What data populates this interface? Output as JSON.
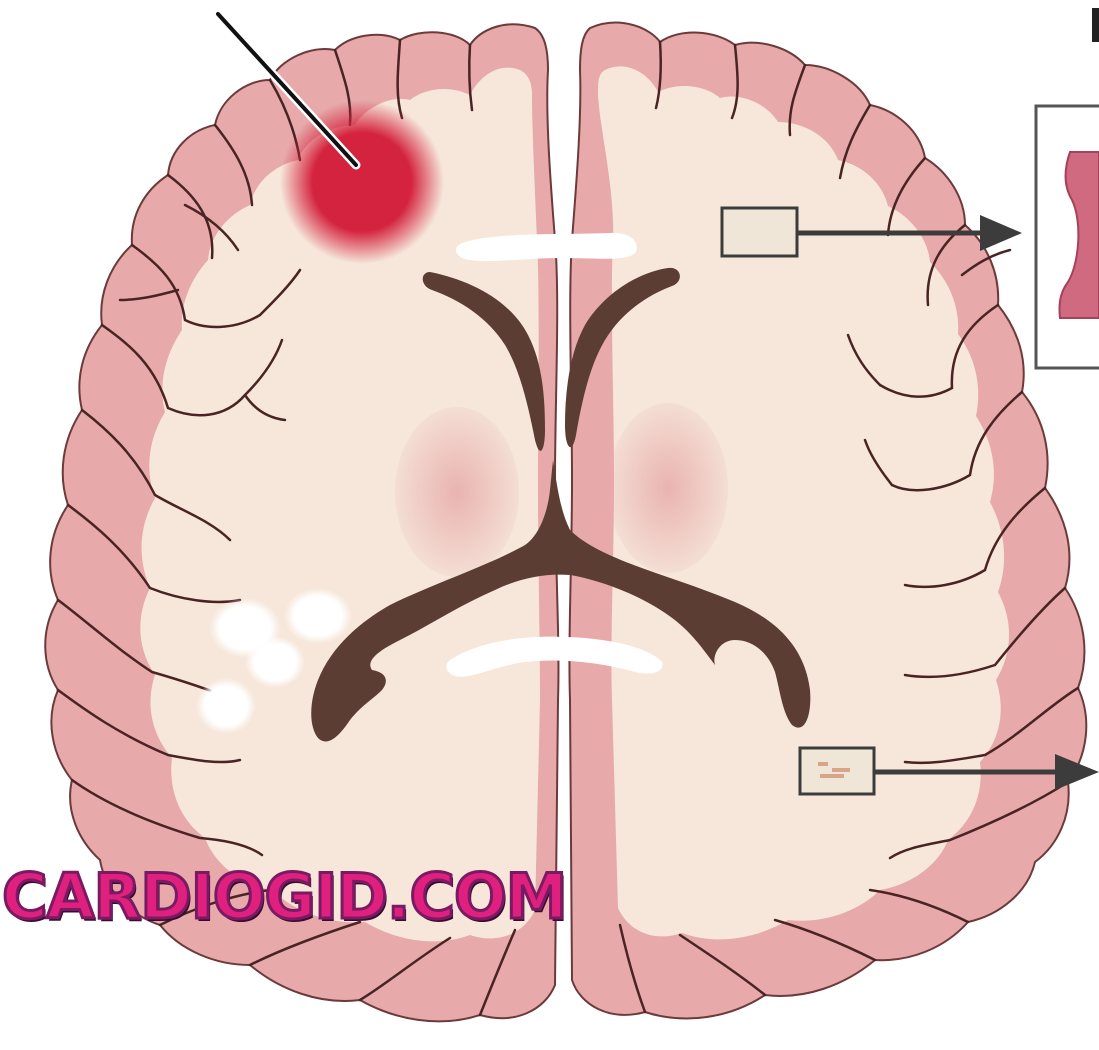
{
  "diagram": {
    "watermark_text": "CARDIOGID.COM",
    "regions": [
      "left-hemisphere",
      "right-hemisphere",
      "lateral-ventricles",
      "corpus-callosum",
      "basal-ganglia",
      "hemorrhage-lesion",
      "lacunar-lesions",
      "inset-box-upper",
      "inset-box-lower"
    ],
    "colors": {
      "cortex": "#e7a9aa",
      "white_matter": "#f6e7da",
      "sulcus_line": "#4a2424",
      "ventricle": "#5b3d33",
      "hemorrhage": "#d4233e",
      "basal_ganglia": "#e9b2b2",
      "corpus_callosum": "#ffffff",
      "pointer": "#3c3c3c",
      "watermark_fill": "#e0207e",
      "watermark_stroke": "#7a1a63"
    },
    "icons": [
      "pointer-line",
      "arrow-right-icon"
    ]
  }
}
